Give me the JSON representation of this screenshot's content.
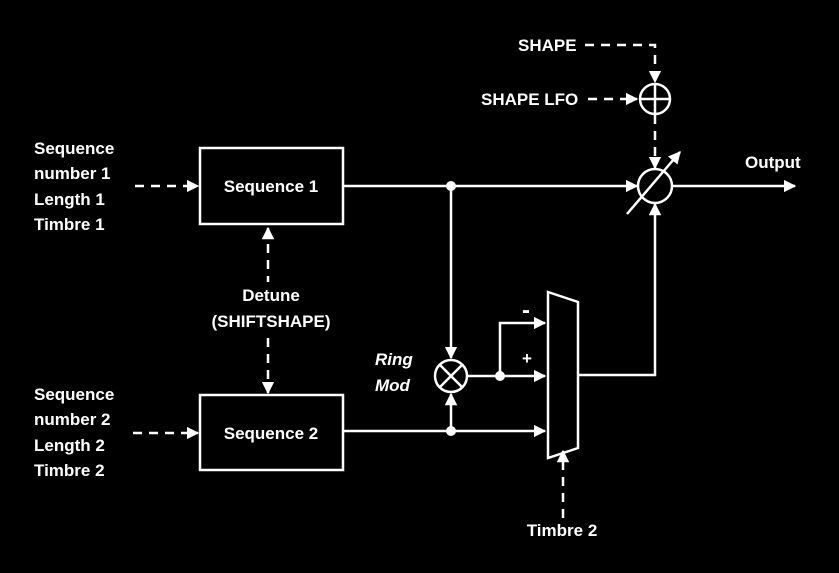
{
  "inputs": {
    "seq1": [
      "Sequence",
      "number 1",
      "Length 1",
      "Timbre 1"
    ],
    "seq2": [
      "Sequence",
      "number 2",
      "Length 2",
      "Timbre 2"
    ]
  },
  "blocks": {
    "sequence1": "Sequence 1",
    "sequence2": "Sequence 2"
  },
  "detune": [
    "Detune",
    "(SHIFTSHAPE)"
  ],
  "ring_mod": [
    "Ring",
    "Mod"
  ],
  "mixer": {
    "minus": "-",
    "plus": "+"
  },
  "shape": "SHAPE",
  "shape_lfo": "SHAPE LFO",
  "output": "Output",
  "timbre2_bottom": "Timbre 2",
  "colors": {
    "background": "#000000",
    "foreground": "#ffffff"
  }
}
